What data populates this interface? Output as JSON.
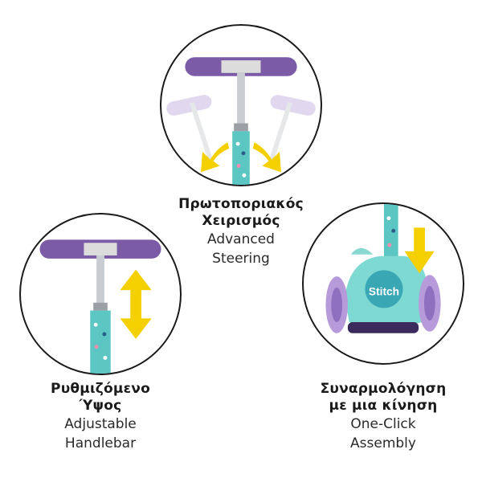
{
  "features": [
    {
      "id": "steering",
      "title_lines": [
        "Πρωτοποριακός",
        "Χειρισμός"
      ],
      "subtitle_lines": [
        "Advanced",
        "Steering"
      ]
    },
    {
      "id": "handlebar",
      "title_lines": [
        "Ρυθμιζόμενο",
        "Ύψος"
      ],
      "subtitle_lines": [
        "Adjustable",
        "Handlebar"
      ]
    },
    {
      "id": "assembly",
      "title_lines": [
        "Συναρμολόγηση",
        "με μια κίνηση"
      ],
      "subtitle_lines": [
        "One-Click",
        "Assembly"
      ],
      "badge_text": "Stitch"
    }
  ],
  "colors": {
    "arrow": "#f5d000",
    "handle_purple": "#7b5aa6",
    "handle_light": "#c9b6e0",
    "stem_teal": "#5cc6c2",
    "deck_teal": "#7fd9d3",
    "wheel_purple": "#b79ad9",
    "outline": "#1a1a1a"
  }
}
